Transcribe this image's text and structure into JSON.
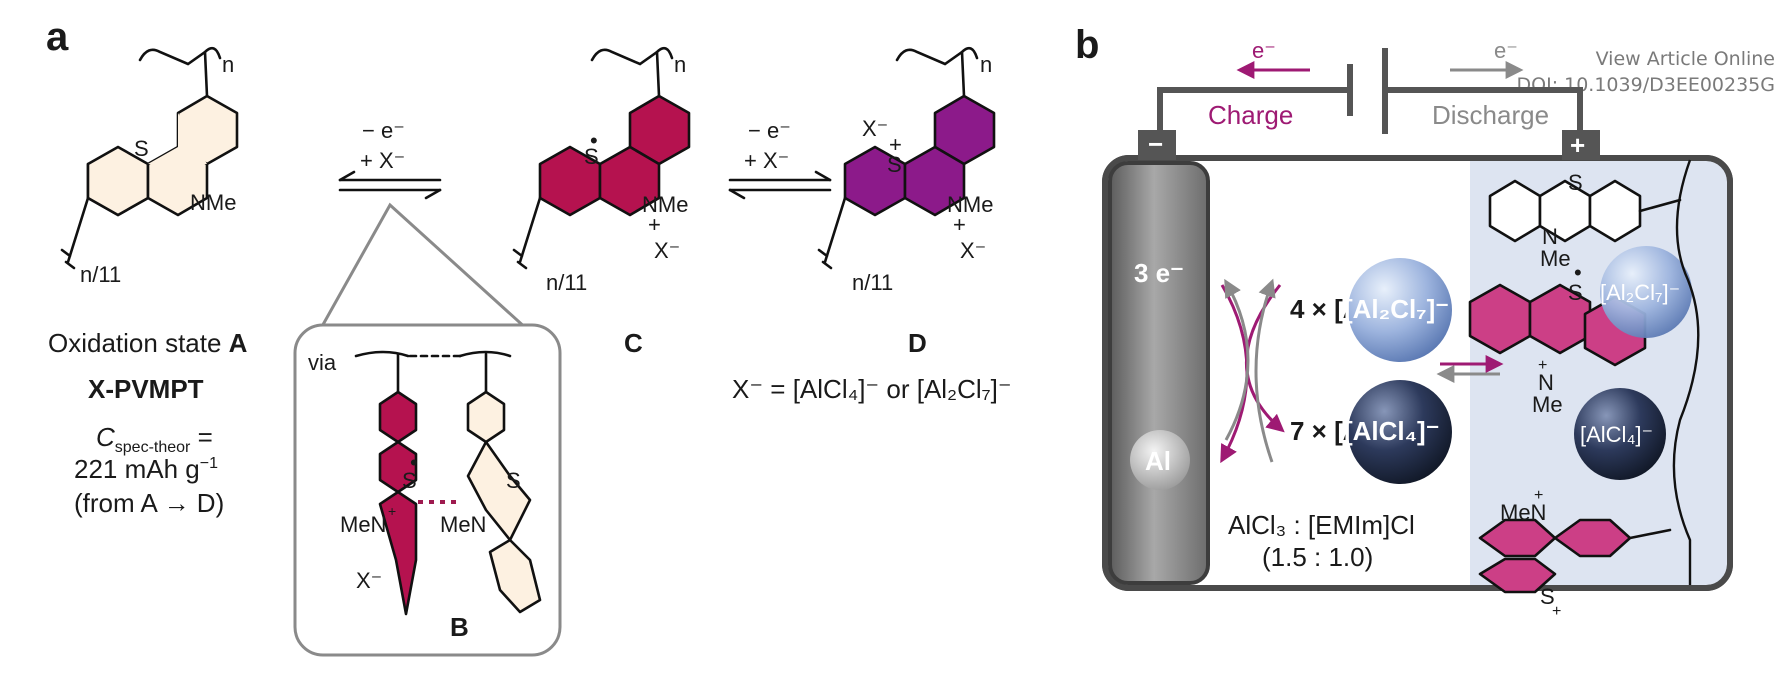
{
  "panel_a": {
    "label": "a",
    "polymer_n": "n",
    "n_fraction": "n/11",
    "nme": "NMe",
    "s": "S",
    "state_a_prefix": "Oxidation state ",
    "state_a_letter": "A",
    "polymer_name": "X-PVMPT",
    "cspec_symbol": "C",
    "cspec_sub": "spec-theor",
    "cspec_eq": " =",
    "capacity": "221 mAh g",
    "capacity_exp": "−1",
    "capacity_note": "(from A → D)",
    "step1_e": "− e⁻",
    "step1_x": "+ X⁻",
    "step2_e": "− e⁻",
    "step2_x": "+ X⁻",
    "state_c": "C",
    "state_d": "D",
    "x_anion": "X⁻",
    "x_definition": "X⁻ = [AlCl₄]⁻ or [Al₂Cl₇]⁻",
    "via": "via",
    "dimer_label": "B",
    "mep": "MeN",
    "plus": "+",
    "radical": "•"
  },
  "panel_b": {
    "label": "b",
    "electron": "e⁻",
    "charge": "Charge",
    "discharge": "Discharge",
    "neg_terminal": "−",
    "pos_terminal": "+",
    "anode_electrons": "3 e⁻",
    "anode_metal": "Al",
    "al2cl7_count": "4 × [Al₂Cl₇]⁻",
    "alcl4_count": "7 × [AlCl₄]⁻",
    "al2cl7": "[Al₂Cl₇]⁻",
    "alcl4": "[AlCl₄]⁻",
    "electrolyte": "AlCl₃ : [EMIm]Cl",
    "ratio": "(1.5 : 1.0)",
    "s": "S",
    "n": "N",
    "me": "Me",
    "men": "MeN",
    "plus": "+",
    "radical": "•"
  },
  "header": {
    "view_article": "View Article Online",
    "doi": "DOI: 10.1039/D3EE00235G"
  },
  "colors": {
    "state_a_fill": "#fdf1e1",
    "state_c_fill": "#b5124f",
    "state_d_fill": "#8c1a8a",
    "ring_pink": "#cc3f86",
    "magenta_arrow": "#9e1a73",
    "battery_grey": "#4a4a4a",
    "cathode_bg": "#dde4f1",
    "sphere_light": "#8ea8d8",
    "sphere_dark": "#1f2a44"
  },
  "icons": [
    "battery-symbol-icon",
    "arrow-left-icon",
    "arrow-right-icon",
    "sphere-icon"
  ]
}
